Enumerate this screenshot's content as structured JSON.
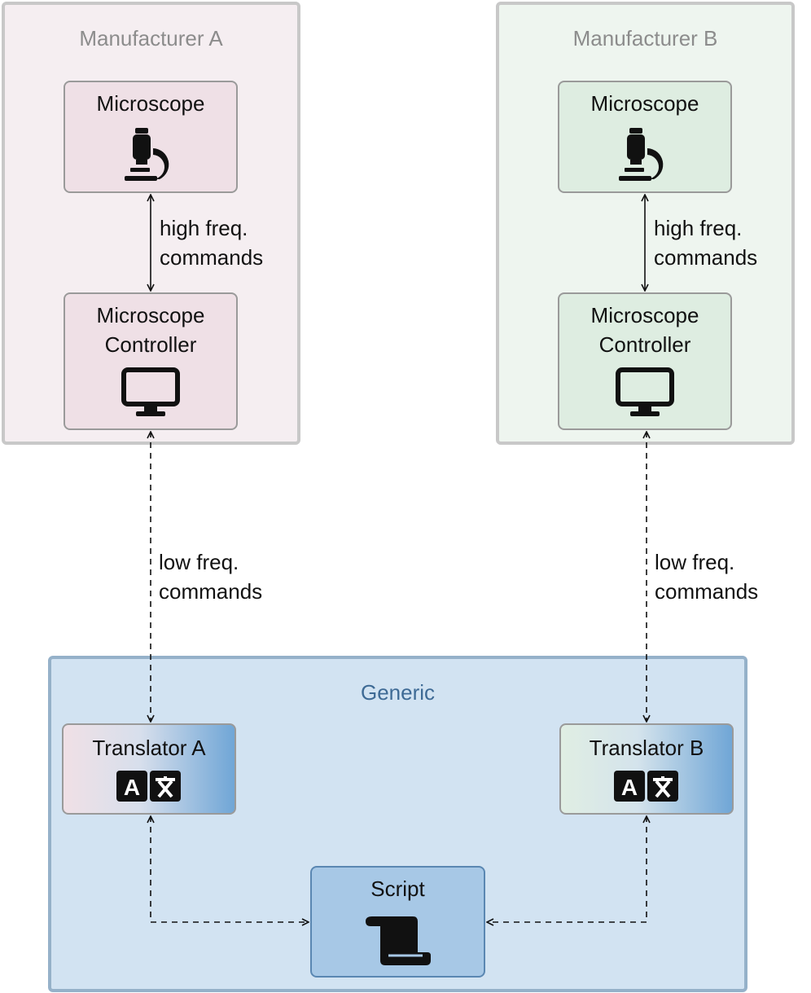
{
  "manufacturer_a": {
    "title": "Manufacturer A",
    "microscope": "Microscope",
    "controller_line1": "Microscope",
    "controller_line2": "Controller",
    "high_freq_line1": "high freq.",
    "high_freq_line2": "commands",
    "low_freq_line1": "low freq.",
    "low_freq_line2": "commands"
  },
  "manufacturer_b": {
    "title": "Manufacturer B",
    "microscope": "Microscope",
    "controller_line1": "Microscope",
    "controller_line2": "Controller",
    "high_freq_line1": "high freq.",
    "high_freq_line2": "commands",
    "low_freq_line1": "low freq.",
    "low_freq_line2": "commands"
  },
  "generic": {
    "title": "Generic",
    "translator_a": "Translator A",
    "translator_b": "Translator B",
    "script": "Script"
  },
  "icons": {
    "microscope": "microscope-icon",
    "controller": "monitor-icon",
    "translator": "translate-icon",
    "script": "scroll-icon"
  },
  "colors": {
    "manufacturer_a_bg": "#f5eef1",
    "manufacturer_a_box": "#efe0e6",
    "manufacturer_b_bg": "#eef5ef",
    "manufacturer_b_box": "#deede1",
    "generic_bg": "#d2e3f2",
    "generic_border": "#95b1c9",
    "generic_title": "#3e6a95",
    "script_box": "#a7c8e6",
    "title_gray": "#8c8c8c"
  }
}
